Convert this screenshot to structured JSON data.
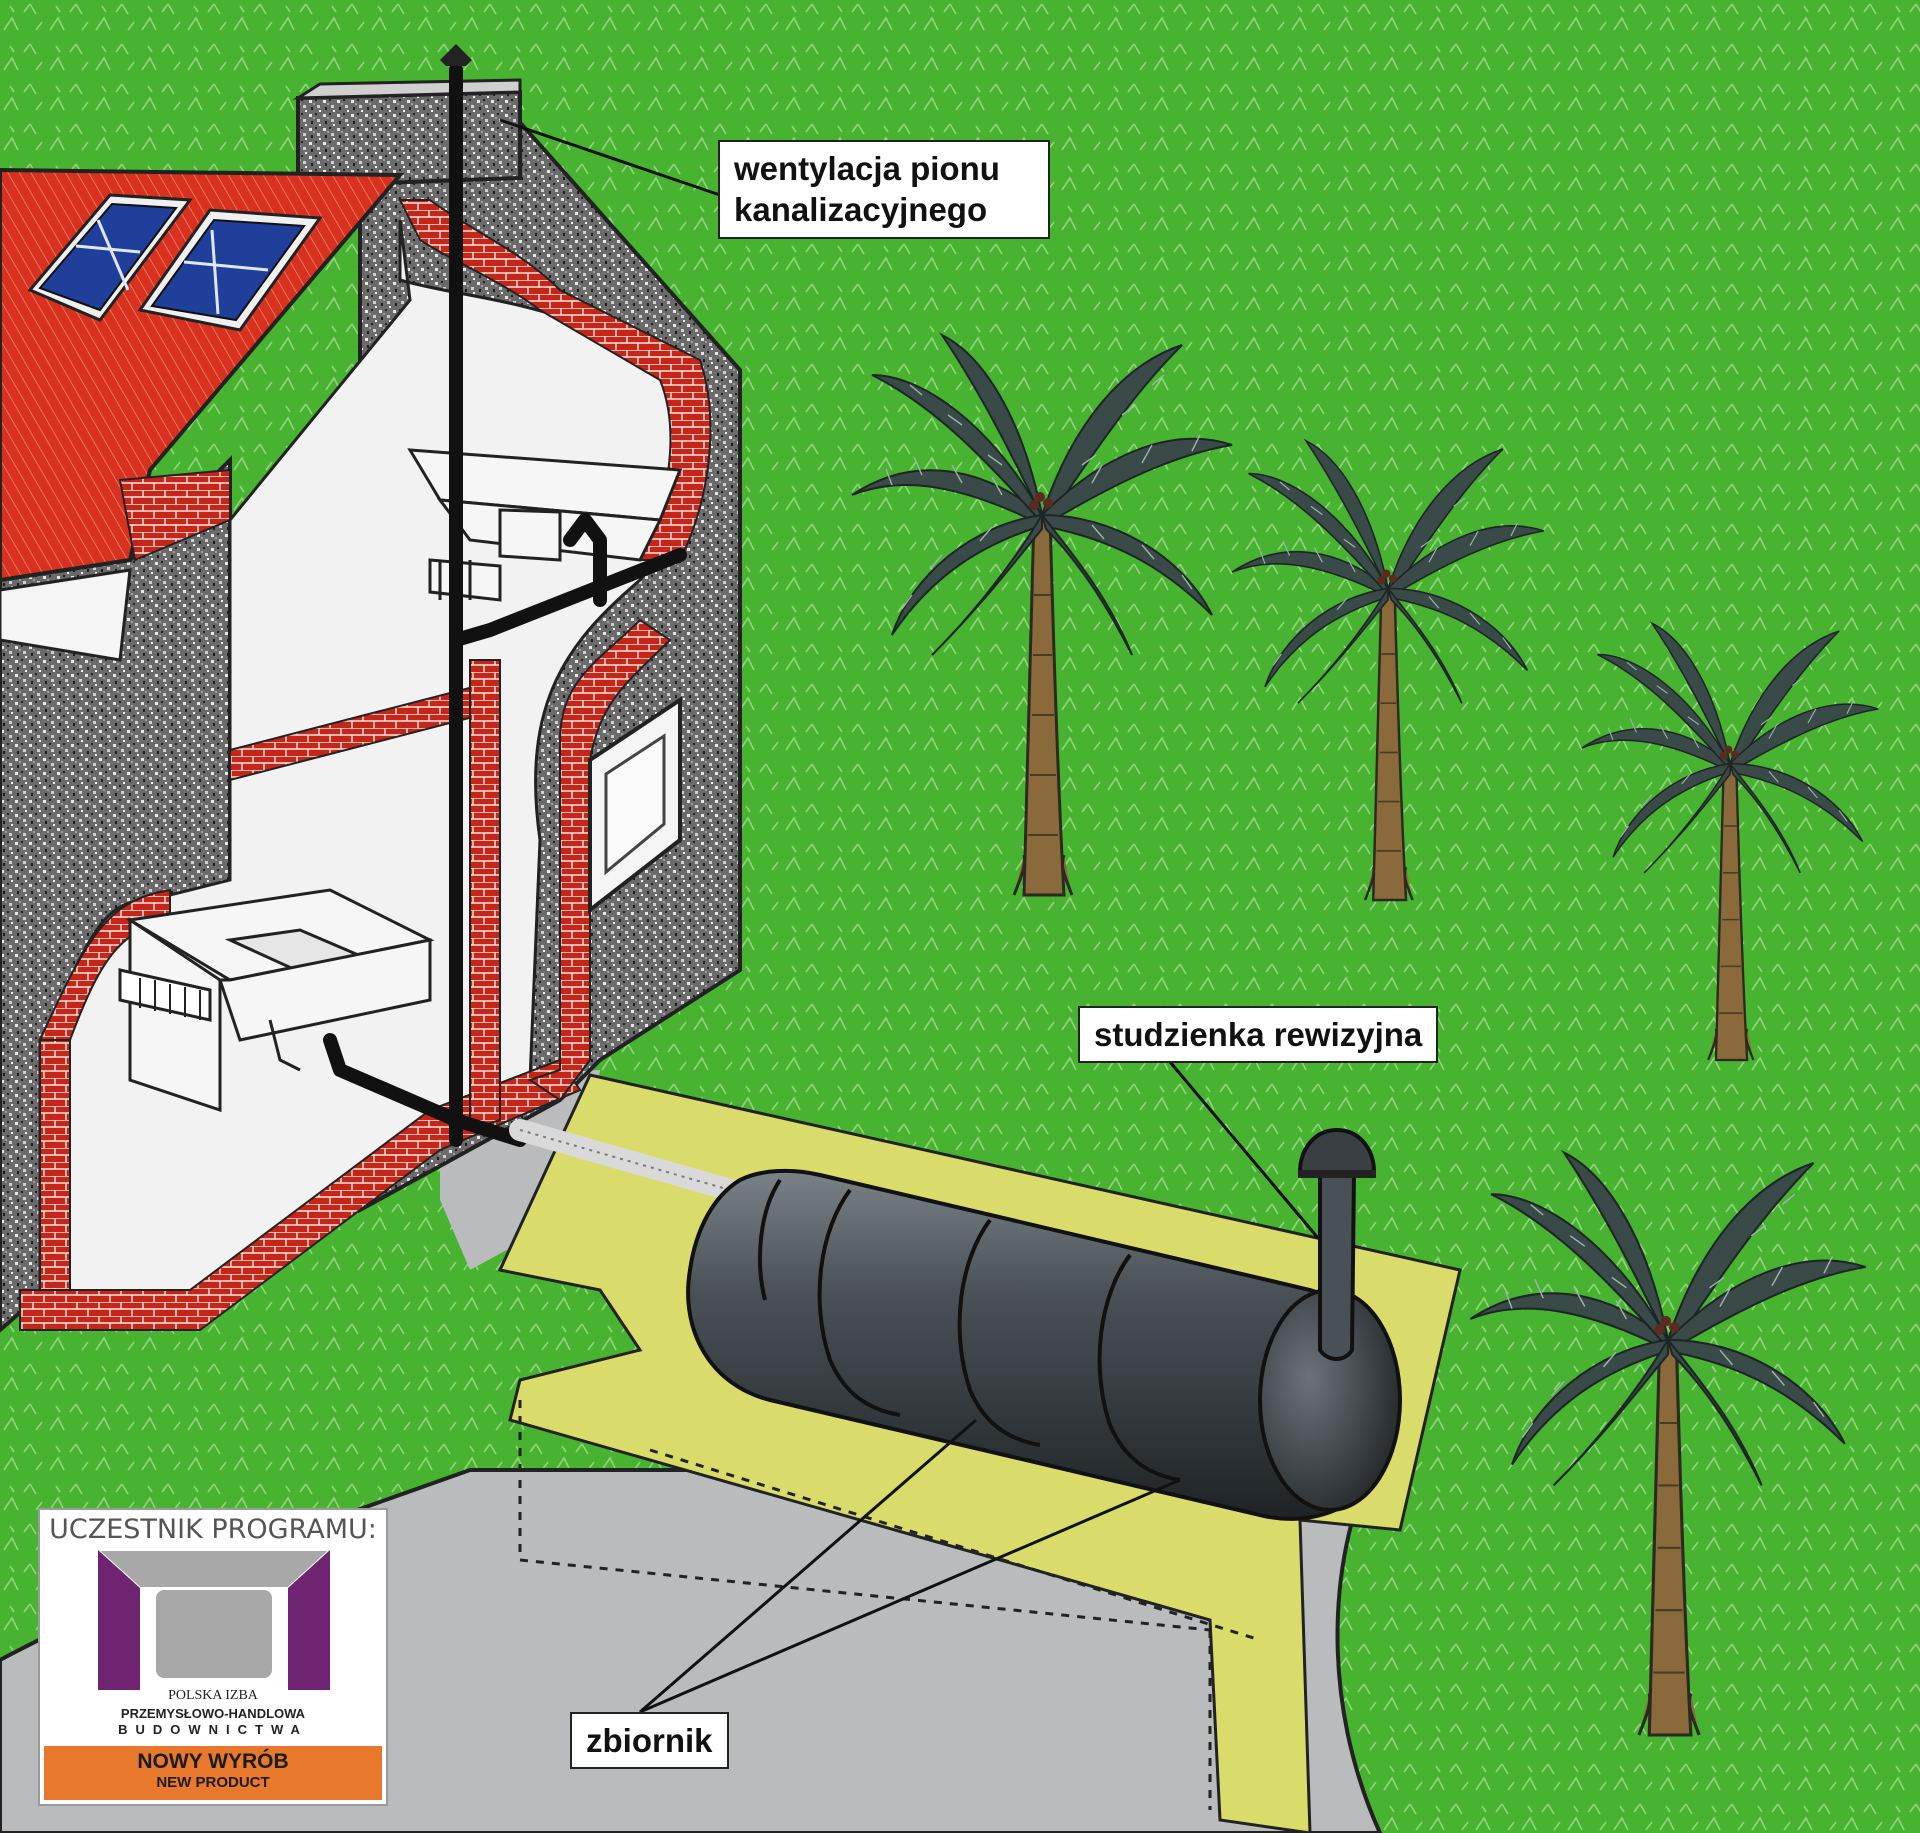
{
  "labels": {
    "vent_line1": "wentylacja pionu",
    "vent_line2": "kanalizacyjnego",
    "inspection_well": "studzienka rewizyjna",
    "tank": "zbiornik"
  },
  "badge": {
    "caption": "UCZESTNIK PROGRAMU:",
    "org_line1": "POLSKA IZBA",
    "org_line2": "PRZEMYSŁOWO-HANDLOWA",
    "org_line3": "BUDOWNICTWA",
    "product_pl": "NOWY WYRÓB",
    "product_en": "NEW PRODUCT"
  },
  "colors": {
    "grass": "#47b330",
    "roof": "#d8311f",
    "brick": "#c4261a",
    "wall_speckle": "#5a5a5a",
    "interior": "#f2f2f2",
    "solar_panel": "#1f3f9a",
    "excavation": "#d9dc6a",
    "ground_gray": "#b9bbbd",
    "tank": "#3e4347",
    "palm_leaf": "#3a4a48",
    "palm_trunk": "#8a6a3a",
    "logo_purple": "#6e2470",
    "logo_gray": "#a8a8a8",
    "badge_orange": "#e8782c"
  }
}
